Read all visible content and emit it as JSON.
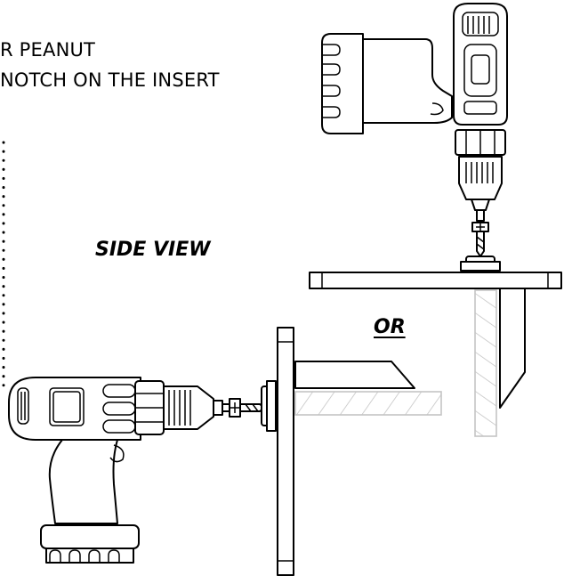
{
  "instructions": {
    "line1": "R PEANUT",
    "line2": "NOTCH ON THE INSERT"
  },
  "labels": {
    "side_view": "SIDE VIEW",
    "or": "OR"
  }
}
